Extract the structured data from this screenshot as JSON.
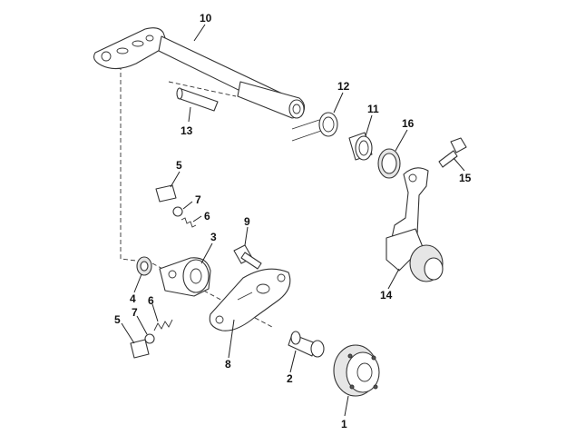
{
  "callouts": [
    {
      "id": "c1",
      "label": "1"
    },
    {
      "id": "c2",
      "label": "2"
    },
    {
      "id": "c3",
      "label": "3"
    },
    {
      "id": "c4",
      "label": "4"
    },
    {
      "id": "c5a",
      "label": "5"
    },
    {
      "id": "c5b",
      "label": "5"
    },
    {
      "id": "c6a",
      "label": "6"
    },
    {
      "id": "c6b",
      "label": "6"
    },
    {
      "id": "c7a",
      "label": "7"
    },
    {
      "id": "c7b",
      "label": "7"
    },
    {
      "id": "c8",
      "label": "8"
    },
    {
      "id": "c9",
      "label": "9"
    },
    {
      "id": "c10",
      "label": "10"
    },
    {
      "id": "c11",
      "label": "11"
    },
    {
      "id": "c12",
      "label": "12"
    },
    {
      "id": "c13",
      "label": "13"
    },
    {
      "id": "c14",
      "label": "14"
    },
    {
      "id": "c15",
      "label": "15"
    },
    {
      "id": "c16",
      "label": "16"
    }
  ]
}
